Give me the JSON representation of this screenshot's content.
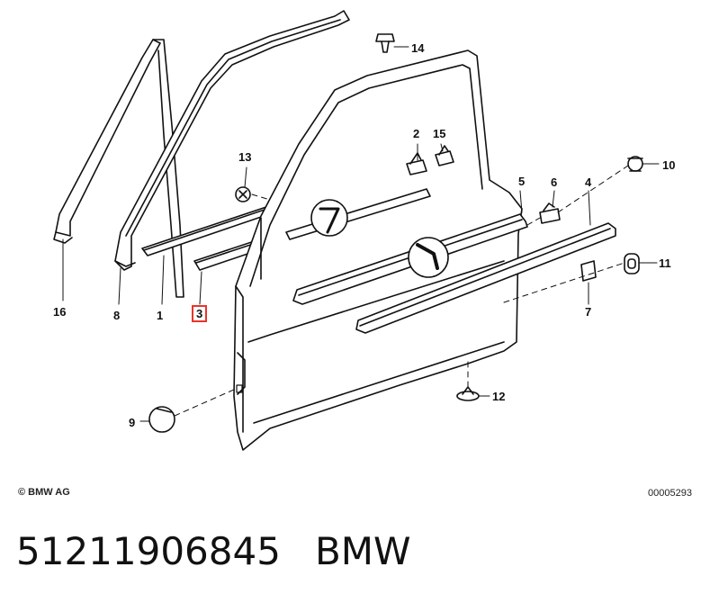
{
  "callouts": [
    {
      "id": "1",
      "label": "1"
    },
    {
      "id": "2",
      "label": "2"
    },
    {
      "id": "3",
      "label": "3",
      "highlighted": true
    },
    {
      "id": "4",
      "label": "4"
    },
    {
      "id": "5",
      "label": "5"
    },
    {
      "id": "6",
      "label": "6"
    },
    {
      "id": "7",
      "label": "7"
    },
    {
      "id": "8",
      "label": "8"
    },
    {
      "id": "9",
      "label": "9"
    },
    {
      "id": "10",
      "label": "10"
    },
    {
      "id": "11",
      "label": "11"
    },
    {
      "id": "12",
      "label": "12"
    },
    {
      "id": "13",
      "label": "13"
    },
    {
      "id": "14",
      "label": "14"
    },
    {
      "id": "15",
      "label": "15"
    },
    {
      "id": "16",
      "label": "16"
    }
  ],
  "copyright": "© BMW AG",
  "diagram_id": "00005293",
  "footer": {
    "part_number": "51211906845",
    "brand": "BMW"
  },
  "colors": {
    "highlight": "#e8342c",
    "line": "#111111"
  }
}
